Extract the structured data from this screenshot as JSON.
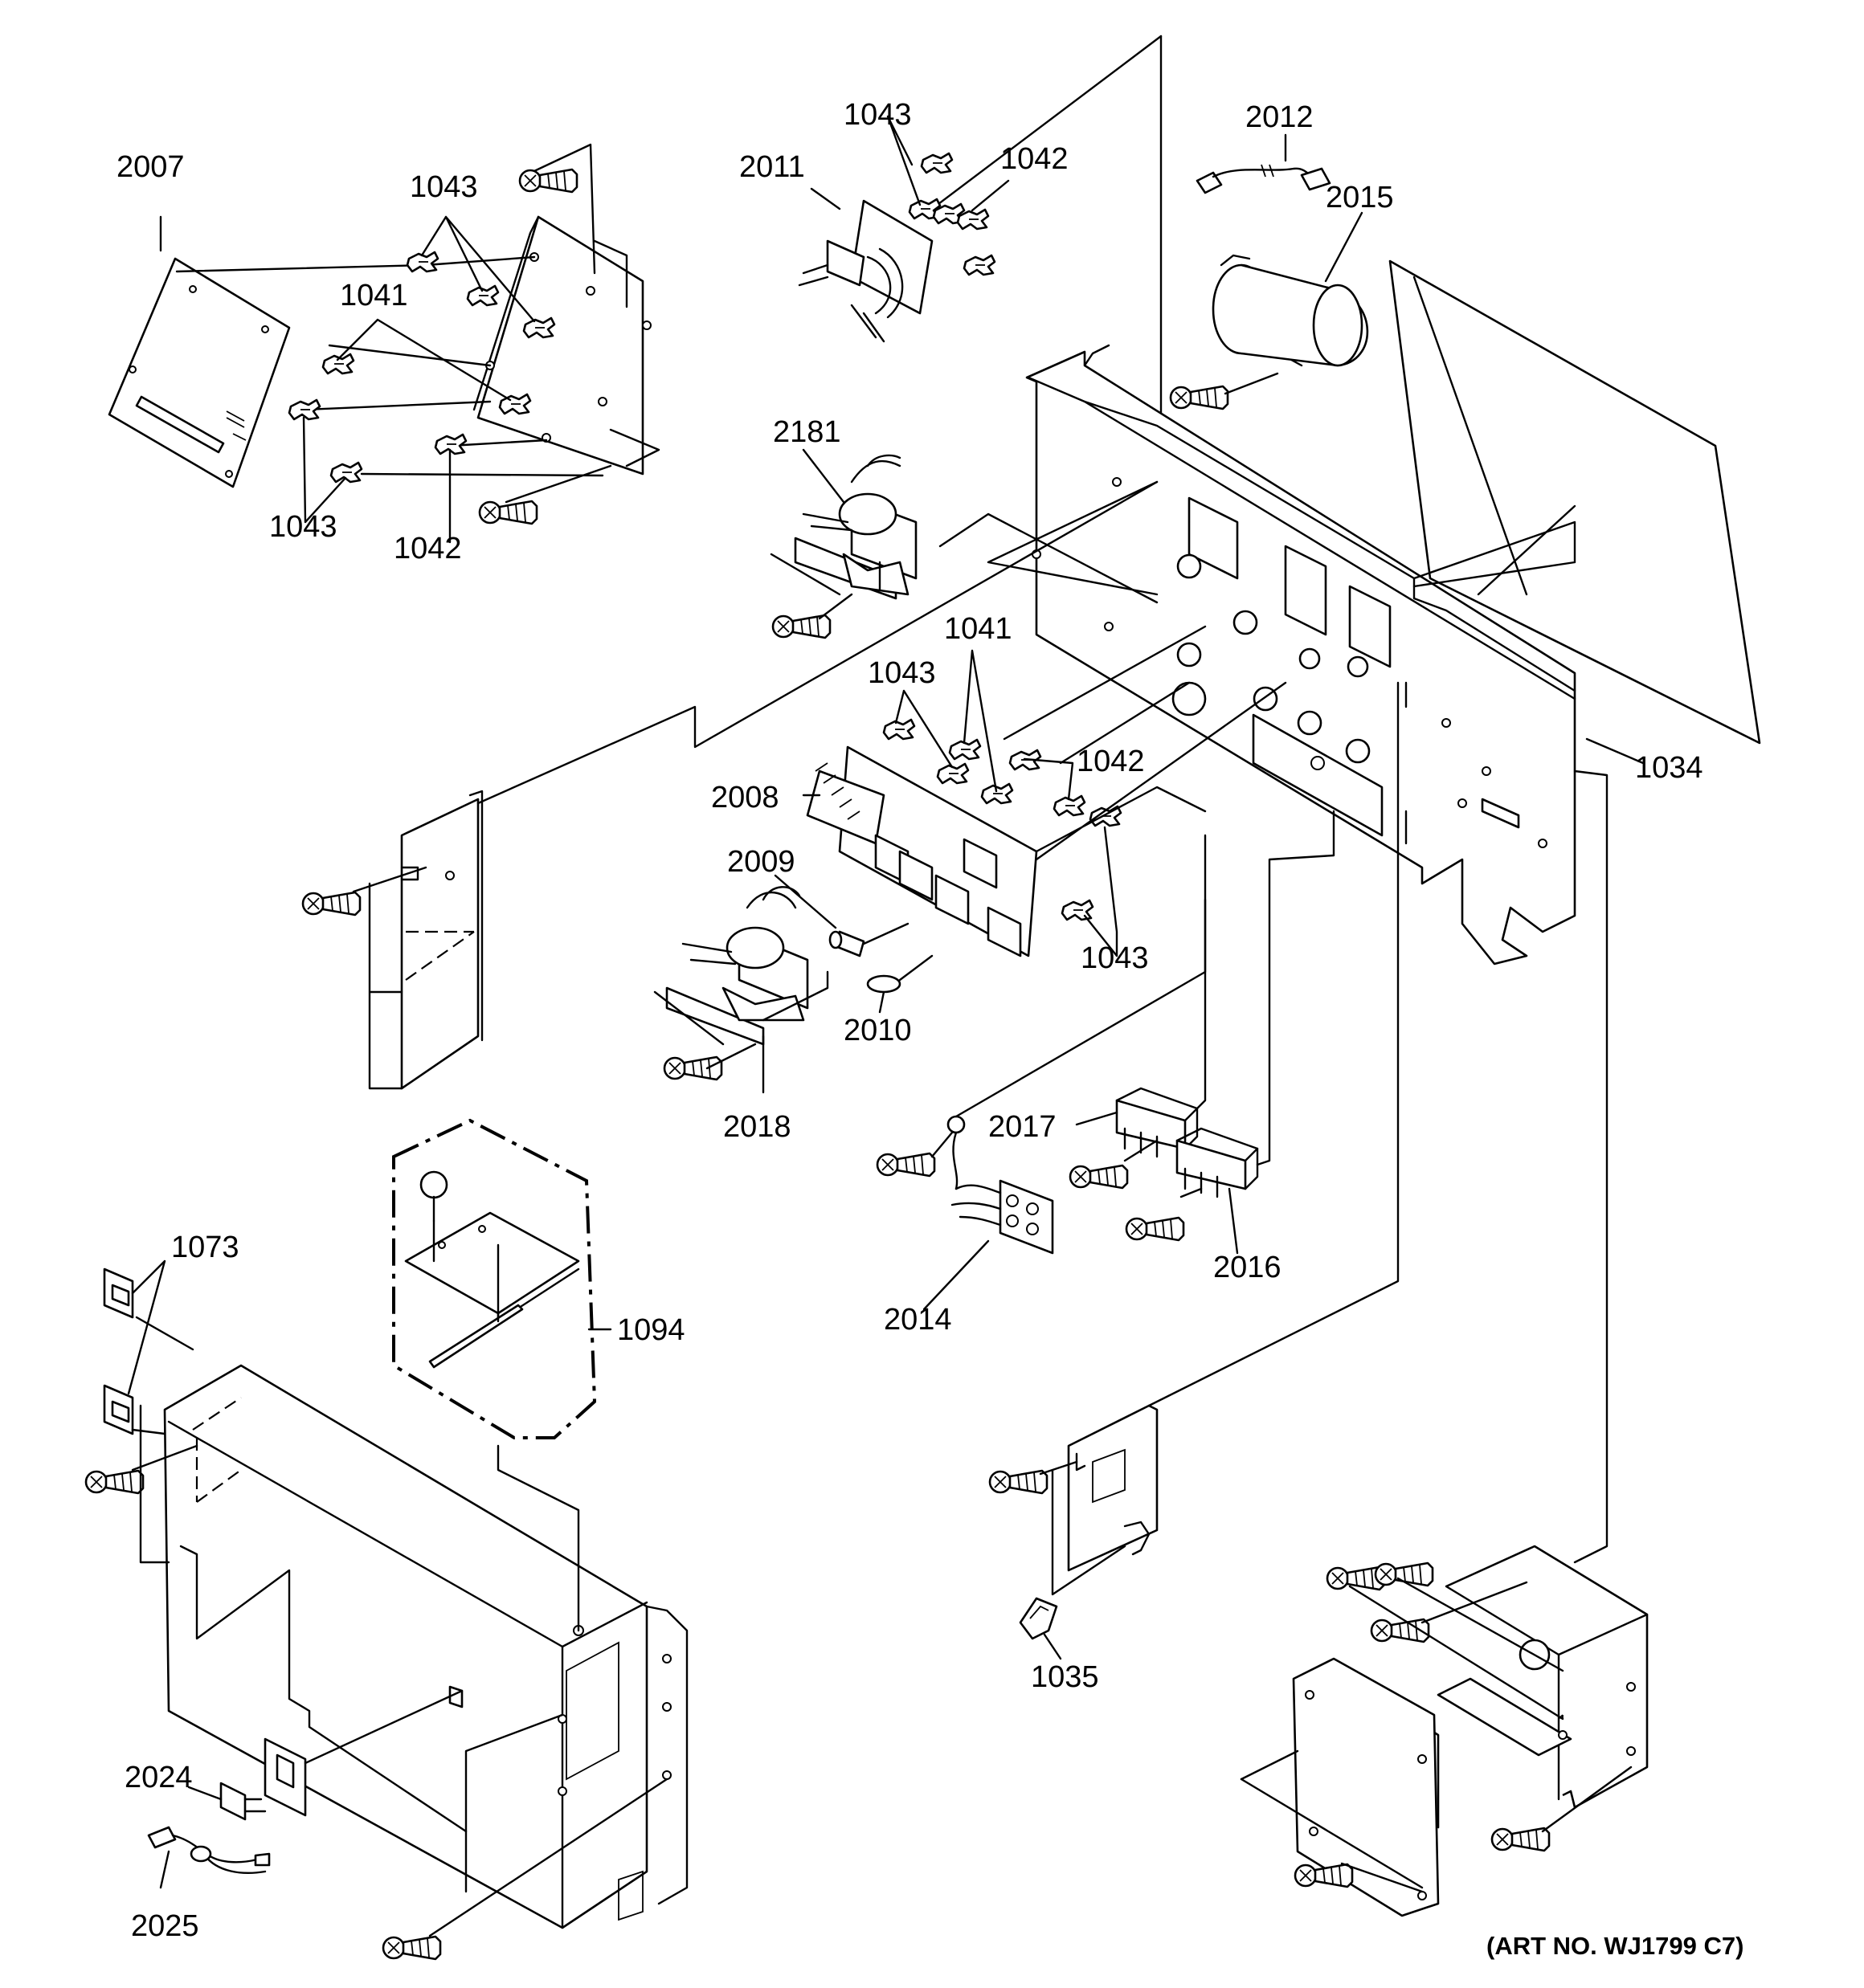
{
  "labels": {
    "l2007": "2007",
    "l1043_a": "1043",
    "l1041_a": "1041",
    "l1043_b": "1043",
    "l1042_a": "1042",
    "l1043_c": "1043",
    "l2011": "2011",
    "l1042_b": "1042",
    "l2012": "2012",
    "l2015": "2015",
    "l2181": "2181",
    "l1041_b": "1041",
    "l1043_d": "1043",
    "l1042_c": "1042",
    "l2008": "2008",
    "l1034": "1034",
    "l2009": "2009",
    "l1043_e": "1043",
    "l2010": "2010",
    "l2018": "2018",
    "l2017": "2017",
    "l2016": "2016",
    "l2014": "2014",
    "l1073": "1073",
    "l1094": "1094",
    "l1035": "1035",
    "l2024": "2024",
    "l2025": "2025"
  },
  "art_number": "(ART NO. WJ1799 C7)"
}
